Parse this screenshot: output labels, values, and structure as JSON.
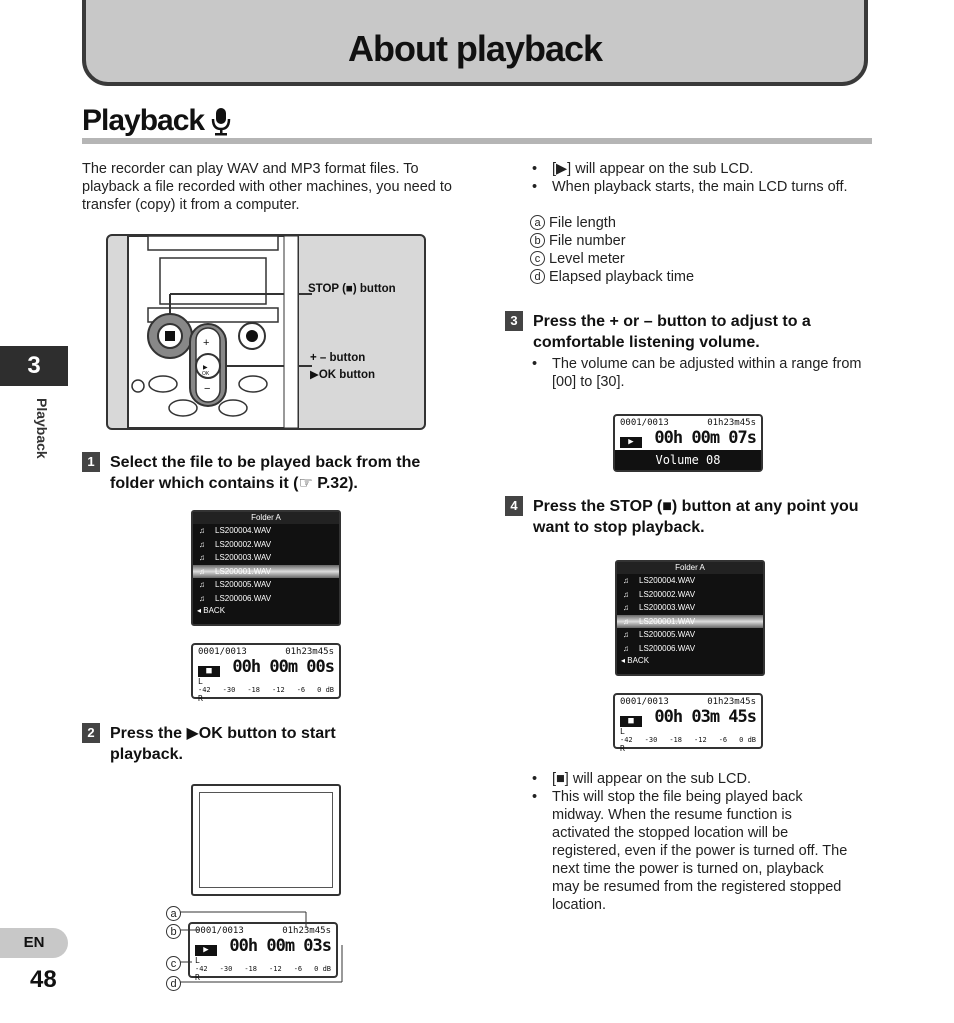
{
  "header": {
    "title": "About playback"
  },
  "section": {
    "title": "Playback",
    "icon": "microphone-icon"
  },
  "tab": {
    "chapter": "3",
    "vertical_label": "Playback",
    "lang": "EN",
    "page": "48"
  },
  "intro": "The recorder can play WAV and MP3 format files. To playback a file recorded with other machines, you need to transfer (copy) it from a computer.",
  "device_callouts": {
    "stop": "STOP (■) button",
    "plusminus": "+ – button",
    "ok": "▶OK button"
  },
  "steps": [
    {
      "num": "1",
      "text": "Select the file to be played back from the folder which contains it (☞ P.32)."
    },
    {
      "num": "2",
      "text": "Press the ▶OK button to start playback."
    },
    {
      "num": "3",
      "text": "Press the + or – button to adjust to a comfortable listening volume."
    },
    {
      "num": "4",
      "text": "Press the STOP (■) button at any point you want to stop playback."
    }
  ],
  "right_bullets_1": [
    "[▶] will appear on the sub LCD.",
    "When playback starts, the main LCD turns off."
  ],
  "annotations": [
    {
      "mark": "a",
      "text": "File length"
    },
    {
      "mark": "b",
      "text": "File number"
    },
    {
      "mark": "c",
      "text": "Level meter"
    },
    {
      "mark": "d",
      "text": "Elapsed playback time"
    }
  ],
  "step3_bullet": "The volume can be adjusted within a range from [00] to [30].",
  "step4_bullets": [
    "[■] will appear on the sub LCD.",
    "This will stop the file being played back midway. When the resume function is activated the stopped location will be registered, even if the power is turned off. The next time the power is turned on, playback may be resumed from the registered stopped location."
  ],
  "file_list": {
    "folder": "Folder A",
    "files": [
      "LS200004.WAV",
      "LS200002.WAV",
      "LS200003.WAV",
      "LS200001.WAV",
      "LS200005.WAV",
      "LS200006.WAV"
    ],
    "selected_index": 3,
    "back": "◂ BACK"
  },
  "sub_lcd": {
    "file_number": "0001/0013",
    "file_length": "01h23m45s",
    "stopped_time": "00h 00m 00s",
    "playing_time": "00h 00m 03s",
    "volume_time": "00h 00m 07s",
    "stop2_time": "00h 03m 45s",
    "scale": [
      "-42",
      "-30",
      "-18",
      "-12",
      "-6",
      "0 dB"
    ],
    "volume_label": "Volume 08",
    "channel_l": "L",
    "channel_r": "R"
  }
}
